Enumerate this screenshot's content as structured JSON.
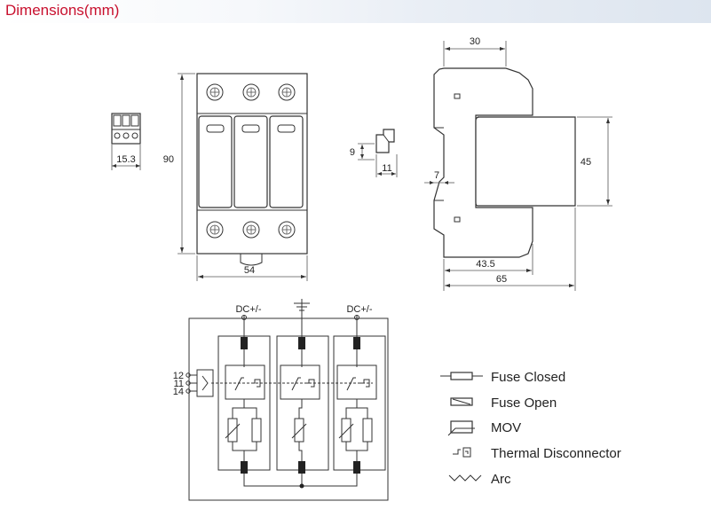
{
  "header": {
    "title": "Dimensions(mm)"
  },
  "dimensions": {
    "terminal_width": "15.3",
    "height": "90",
    "width": "54",
    "clip_height": "9",
    "clip_width": "11",
    "side_top": "30",
    "side_window": "45",
    "side_step": "7",
    "side_inner": "43.5",
    "side_total": "65"
  },
  "schematic": {
    "dc_left": "DC+/-",
    "dc_right": "DC+/-",
    "pin_12": "12",
    "pin_11": "11",
    "pin_14": "14"
  },
  "legend": {
    "items": [
      {
        "symbol": "fuse-closed",
        "label": "Fuse Closed"
      },
      {
        "symbol": "fuse-open",
        "label": "Fuse Open"
      },
      {
        "symbol": "mov",
        "label": "MOV"
      },
      {
        "symbol": "thermal-disconnector",
        "label": "Thermal Disconnector"
      },
      {
        "symbol": "arc",
        "label": "Arc"
      }
    ]
  },
  "colors": {
    "title": "#c8102e",
    "line": "#333333"
  }
}
